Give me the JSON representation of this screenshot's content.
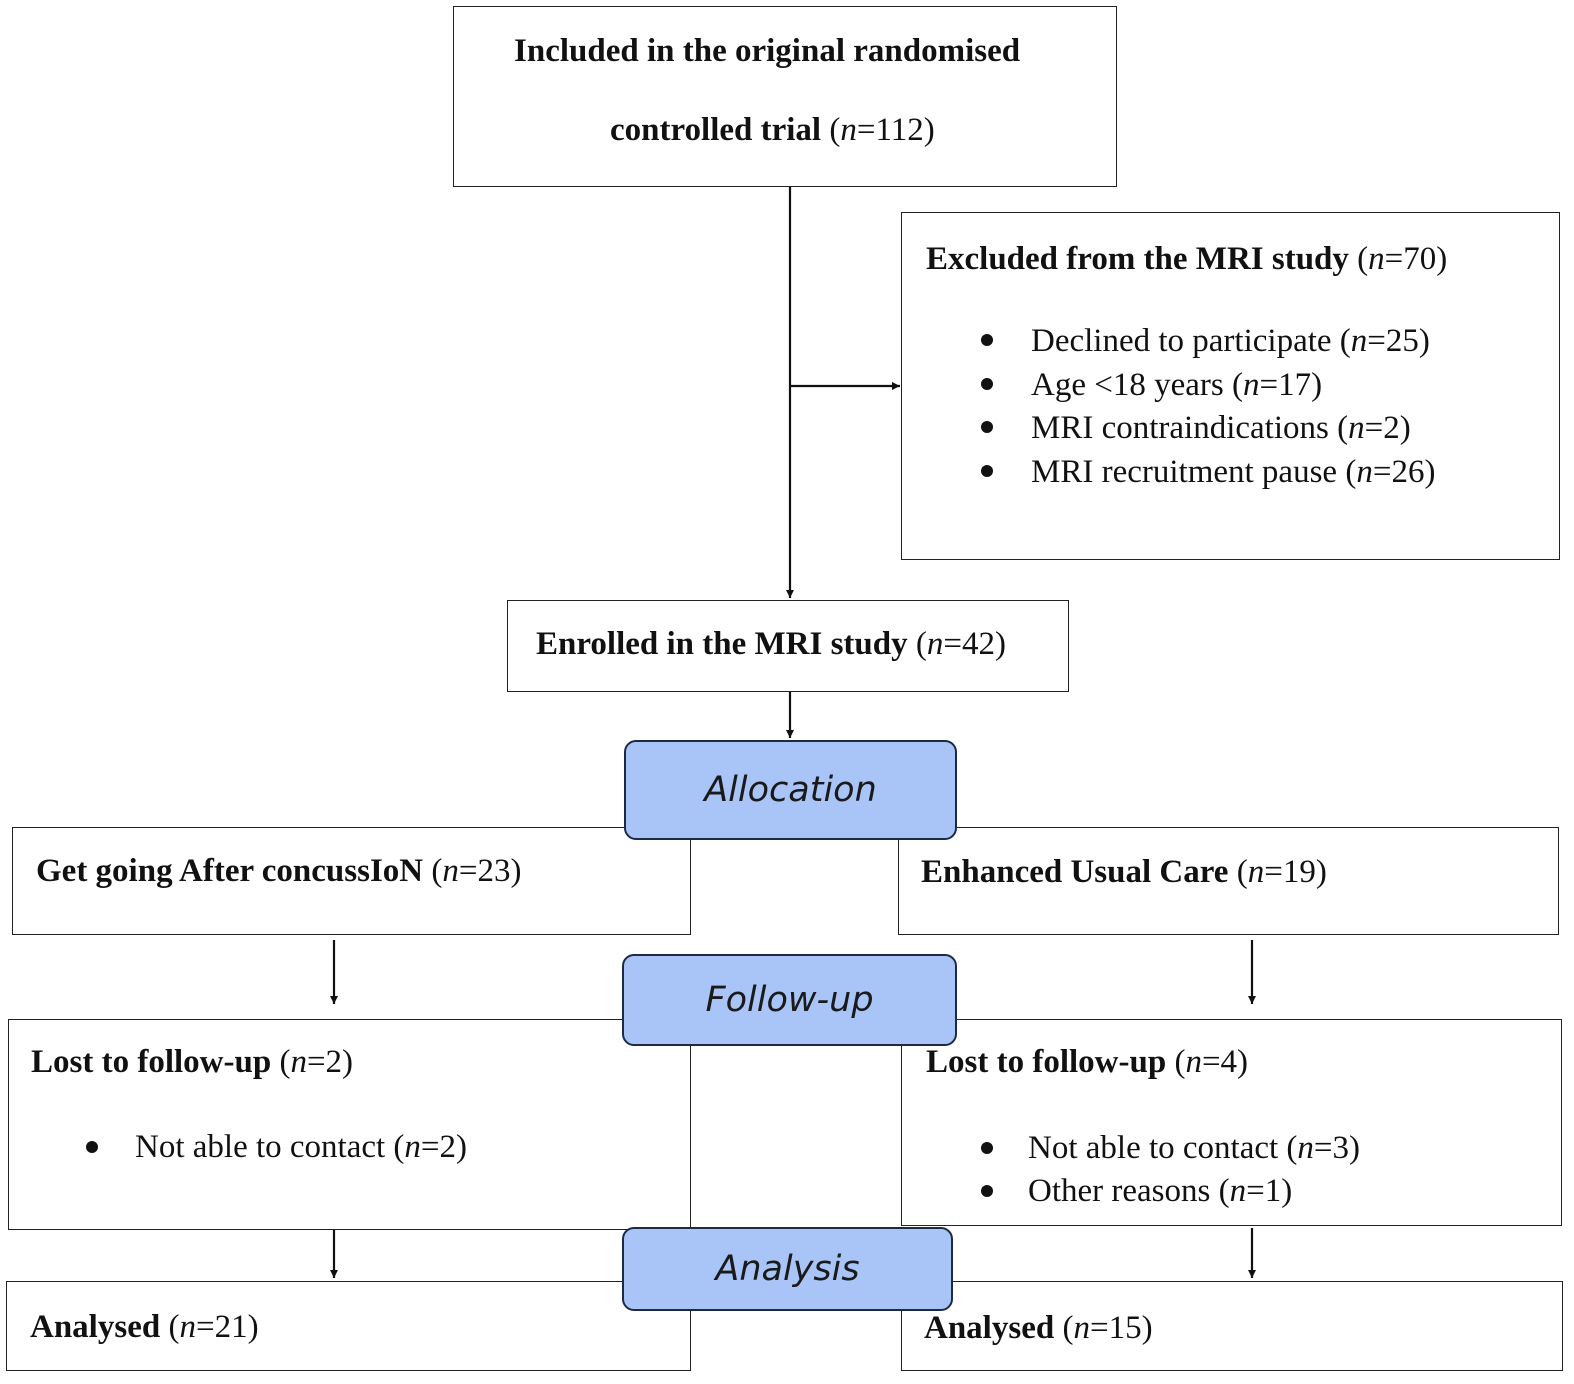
{
  "top": {
    "line1": "Included in the original randomised",
    "line2": "controlled trial",
    "n": "=112)"
  },
  "excluded": {
    "title": "Excluded from the MRI study",
    "n": "=70)",
    "items": [
      {
        "label": "Declined to participate",
        "n": "=25)"
      },
      {
        "label": "Age <18 years",
        "n": "=17)"
      },
      {
        "label": "MRI contraindications",
        "n": "=2)"
      },
      {
        "label": "MRI recruitment pause",
        "n": "=26)"
      }
    ]
  },
  "enrolled": {
    "label": "Enrolled in the MRI study",
    "n": "=42)"
  },
  "stages": {
    "allocation": "Allocation",
    "followup": "Follow-up",
    "analysis": "Analysis"
  },
  "left": {
    "arm": {
      "label": "Get going After concussIoN",
      "n": "=23)"
    },
    "lost": {
      "label": "Lost to follow-up",
      "n": "=2)",
      "items": [
        {
          "label": "Not able to contact",
          "n": "=2)"
        }
      ]
    },
    "analysed": {
      "label": "Analysed",
      "n": "=21)"
    }
  },
  "right": {
    "arm": {
      "label": "Enhanced Usual Care",
      "n": "=19)"
    },
    "lost": {
      "label": "Lost to follow-up",
      "n": "=4)",
      "items": [
        {
          "label": "Not able to contact",
          "n": "=3)"
        },
        {
          "label": "Other reasons",
          "n": "=1)"
        }
      ]
    },
    "analysed": {
      "label": "Analysed",
      "n": "=15)"
    }
  },
  "symbols": {
    "open": "(",
    "n": "n"
  }
}
